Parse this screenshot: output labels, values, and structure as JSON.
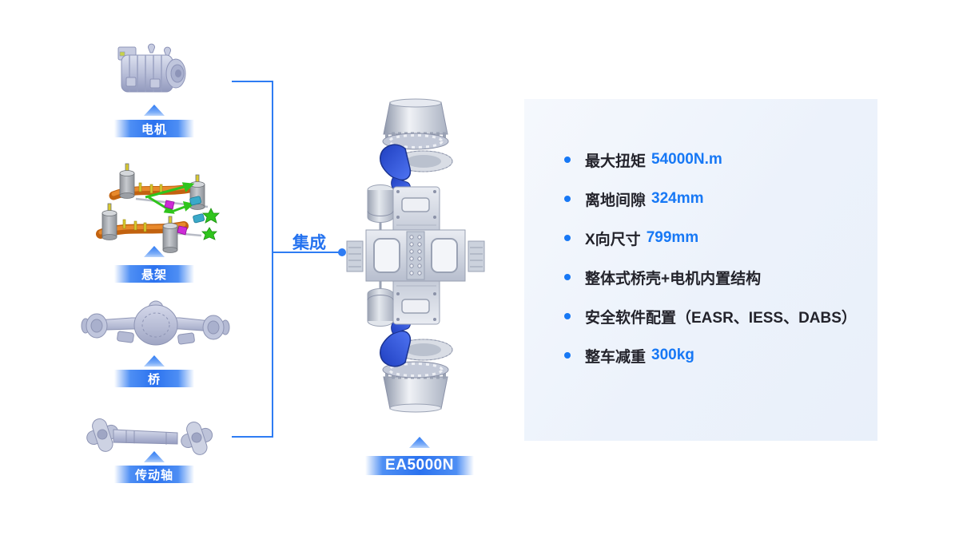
{
  "components": [
    {
      "id": "motor",
      "label": "电机"
    },
    {
      "id": "suspension",
      "label": "悬架"
    },
    {
      "id": "axle",
      "label": "桥"
    },
    {
      "id": "driveshaft",
      "label": "传动轴"
    }
  ],
  "integration": {
    "label": "集成"
  },
  "product": {
    "model": "EA5000N"
  },
  "specs": [
    {
      "label": "最大扭矩",
      "value": "54000N.m"
    },
    {
      "label": "离地间隙",
      "value": "324mm"
    },
    {
      "label": "X向尺寸",
      "value": "799mm"
    },
    {
      "label": "整体式桥壳+电机内置结构",
      "value": ""
    },
    {
      "label": "安全软件配置（EASR、IESS、DABS）",
      "value": ""
    },
    {
      "label": "整车减重",
      "value": "300kg"
    }
  ],
  "colors": {
    "accent_blue": "#2e7cf3",
    "value_blue": "#1778f5",
    "label_bar_blue": "#2b72ef",
    "panel_background": "#edf3fb",
    "text_dark": "#23232b"
  }
}
